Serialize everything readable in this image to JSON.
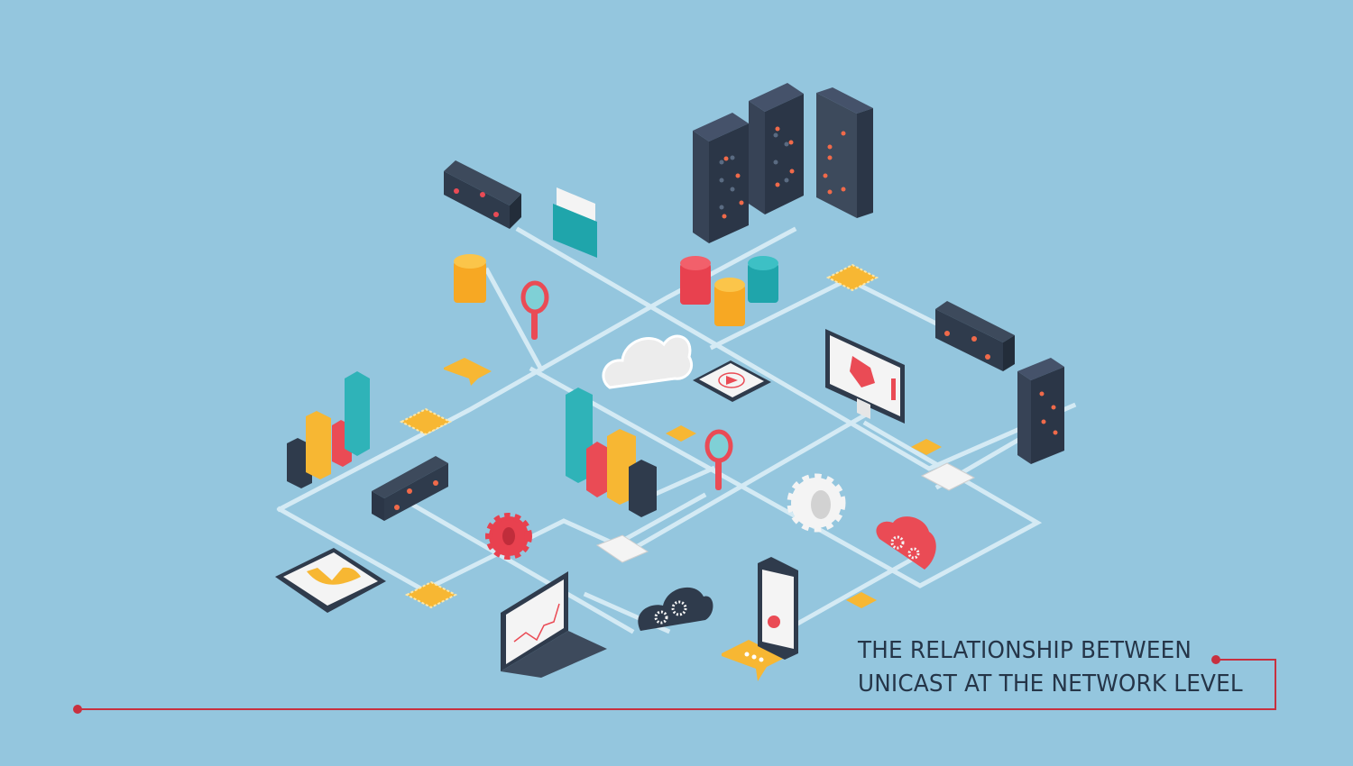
{
  "slide": {
    "background_color": "#94c6de",
    "accent_color": "#c8303f",
    "text_color": "#253548",
    "title_lines": [
      "THE RELATIONSHIP BETWEEN",
      "UNICAST AT THE NETWORK LEVEL"
    ]
  },
  "illustration": {
    "description": "Isometric network infrastructure illustration",
    "palette": {
      "dark": "#2f3b4c",
      "teal": "#2fb3b8",
      "yellow": "#f7b733",
      "red": "#ea4b55",
      "white": "#f4f4f4",
      "line": "#dbeef7"
    },
    "elements": [
      "server-tower-icon",
      "server-rack-icon",
      "folder-icon",
      "coin-stack-icon",
      "magnifier-icon",
      "cloud-icon",
      "tablet-video-icon",
      "monitor-chart-icon",
      "bar-chart-icon",
      "gear-icon",
      "cloud-gears-icon",
      "laptop-chart-icon",
      "smartphone-icon",
      "chat-bubble-icon",
      "document-icon",
      "chip-node-icon"
    ]
  }
}
